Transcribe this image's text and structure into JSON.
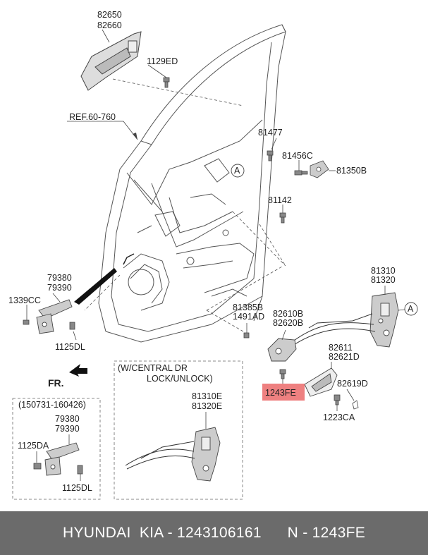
{
  "labels": {
    "p82650": "82650",
    "p82660": "82660",
    "p1129ED": "1129ED",
    "ref": "REF.60-760",
    "p81477": "81477",
    "p81456C": "81456C",
    "p81350B": "81350B",
    "circleA1": "A",
    "p81142": "81142",
    "p79380a": "79380",
    "p79390a": "79390",
    "p1339CC": "1339CC",
    "p1125DLa": "1125DL",
    "p81310": "81310",
    "p81320": "81320",
    "circleA2": "A",
    "p81385B": "81385B",
    "p1491AD": "1491AD",
    "p82610B": "82610B",
    "p82620B": "82620B",
    "p82611": "82611",
    "p82621D": "82621D",
    "p82619D": "82619D",
    "p1243FE": "1243FE",
    "p1223CA": "1223CA",
    "fr": "FR.",
    "centralLine1": "(W/CENTRAL DR",
    "centralLine2": "LOCK/UNLOCK)",
    "p81310E": "81310E",
    "p81320E": "81320E",
    "dateRange": "(150731-160426)",
    "p79380b": "79380",
    "p79390b": "79390",
    "p1125DA": "1125DA",
    "p1125DLb": "1125DL"
  },
  "highlight_color": "#ee8080",
  "footer": {
    "brand": "HYUNDAI  KIA - 1243106161",
    "code": "N - 1243FE"
  }
}
